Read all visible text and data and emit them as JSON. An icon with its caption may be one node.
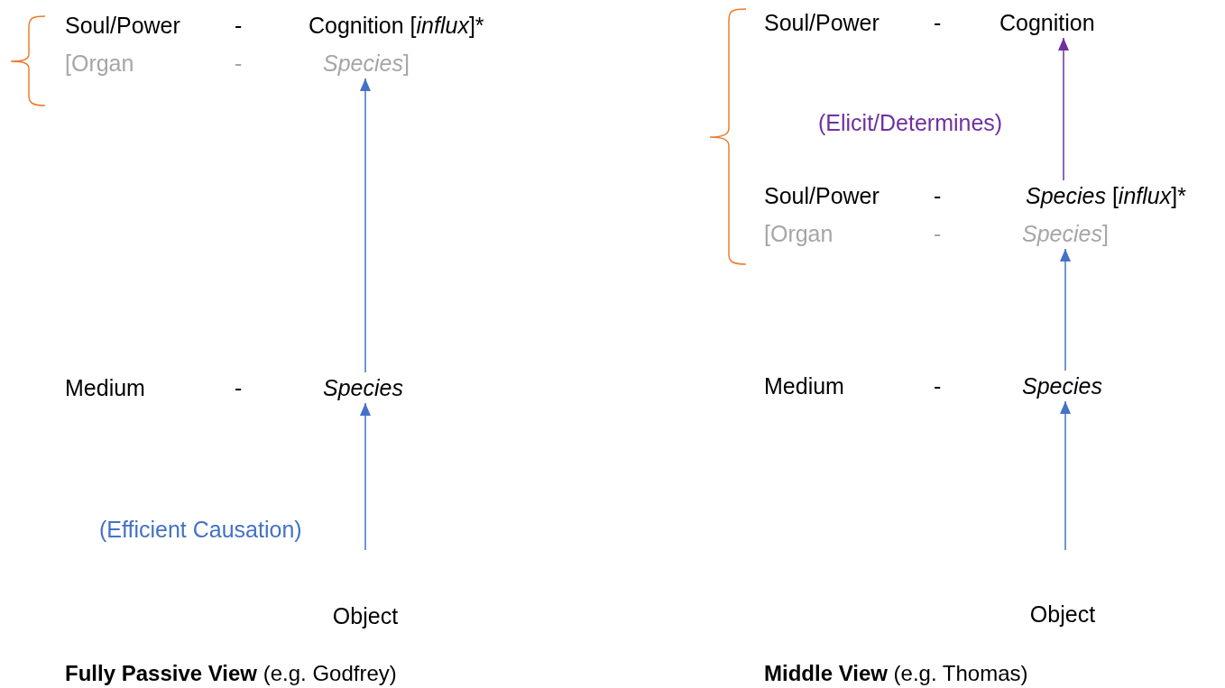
{
  "diagram": {
    "nodes": [
      {
        "text": [
          "Soul/Power",
          "-",
          "Cognition [*influx*]*"
        ]
      },
      {
        "text": [
          "[Organ",
          "-",
          "*Species*]"
        ]
      },
      {
        "text": [
          "Medium",
          "-",
          "Species"
        ]
      },
      {
        "text": [
          "Object"
        ]
      },
      {
        "text": [
          "Soul/Power",
          "-",
          "Cognition"
        ]
      },
      {
        "text": [
          "Soul/Power",
          "-",
          "*Species* [*influx*]*"
        ]
      },
      {
        "text": [
          "[Organ",
          "-",
          "*Species*]"
        ]
      },
      {
        "text": [
          "Medium",
          "-",
          "Species"
        ]
      },
      {
        "text": [
          "Object"
        ]
      }
    ],
    "edges": [
      {
        "from": null,
        "to": 2,
        "arrow": "to",
        "label": "(Efficient Causation)"
      },
      {
        "from": 2,
        "to": 1,
        "arrow": "to"
      },
      {
        "from": null,
        "to": 7,
        "arrow": "to"
      },
      {
        "from": 7,
        "to": 6,
        "arrow": "to"
      },
      {
        "from": 5,
        "to": 4,
        "arrow": "to",
        "label": "(Elicit/Determines)",
        "color": "#7030a0"
      }
    ],
    "labels": [
      "**Fully Passive View** (e.g. Godfrey)",
      "**Middle View** (e.g. Thomas)"
    ]
  }
}
